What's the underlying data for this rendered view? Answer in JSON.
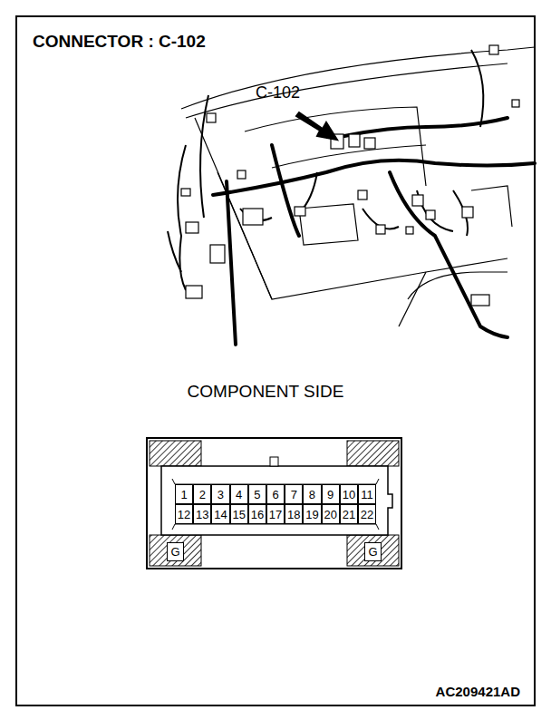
{
  "diagram": {
    "title": "CONNECTOR : C-102",
    "caption": "AC209421AD",
    "nodes": [
      {
        "text": [
          "1"
        ]
      },
      {
        "text": [
          "2"
        ]
      },
      {
        "text": [
          "3"
        ]
      },
      {
        "text": [
          "4"
        ]
      },
      {
        "text": [
          "5"
        ]
      },
      {
        "text": [
          "6"
        ]
      },
      {
        "text": [
          "7"
        ]
      },
      {
        "text": [
          "8"
        ]
      },
      {
        "text": [
          "9"
        ]
      },
      {
        "text": [
          "10"
        ]
      },
      {
        "text": [
          "11"
        ]
      },
      {
        "text": [
          "12"
        ]
      },
      {
        "text": [
          "13"
        ]
      },
      {
        "text": [
          "14"
        ]
      },
      {
        "text": [
          "15"
        ]
      },
      {
        "text": [
          "16"
        ]
      },
      {
        "text": [
          "17"
        ]
      },
      {
        "text": [
          "18"
        ]
      },
      {
        "text": [
          "19"
        ]
      },
      {
        "text": [
          "20"
        ]
      },
      {
        "text": [
          "21"
        ]
      },
      {
        "text": [
          "22"
        ]
      },
      {
        "text": [
          "G"
        ]
      },
      {
        "text": [
          "G"
        ]
      }
    ],
    "labels": [
      "C-102",
      "COMPONENT SIDE"
    ]
  }
}
